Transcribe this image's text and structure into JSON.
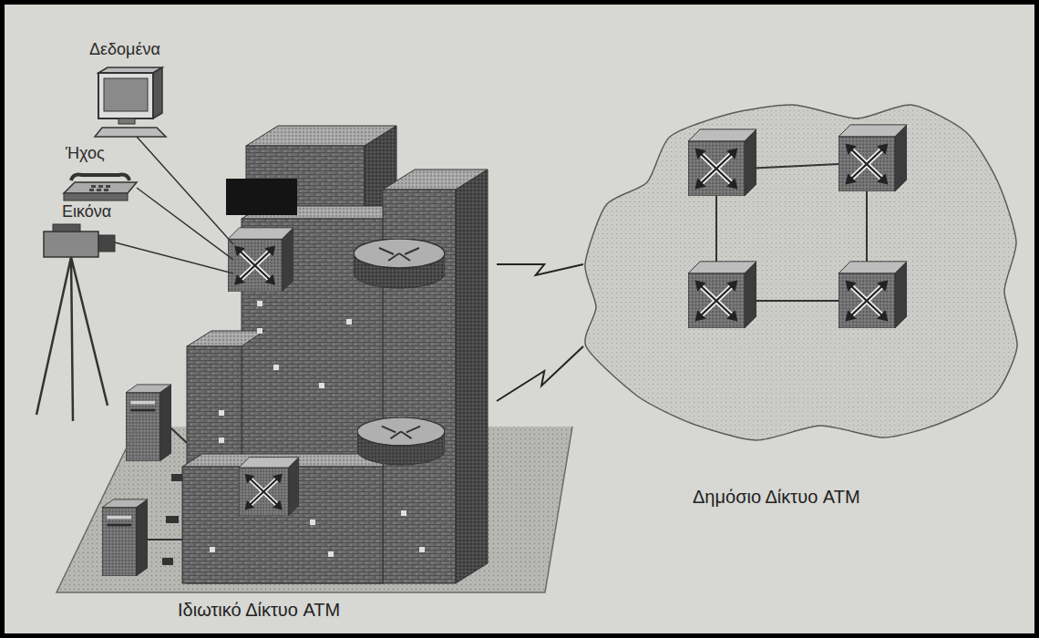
{
  "diagram": {
    "nodes": [
      {
        "text": [
          "Ιδιωτικό Δίκτυο ATM"
        ]
      },
      {
        "text": [
          "Δημόσιο Δίκτυο ATM"
        ]
      }
    ],
    "edges": [
      {
        "from": 0,
        "to": 1,
        "arrow": "none"
      },
      {
        "from": 0,
        "to": 1,
        "arrow": "none"
      }
    ],
    "labels": [
      "Δεδομένα",
      "Ήχος",
      "Εικόνα"
    ]
  }
}
